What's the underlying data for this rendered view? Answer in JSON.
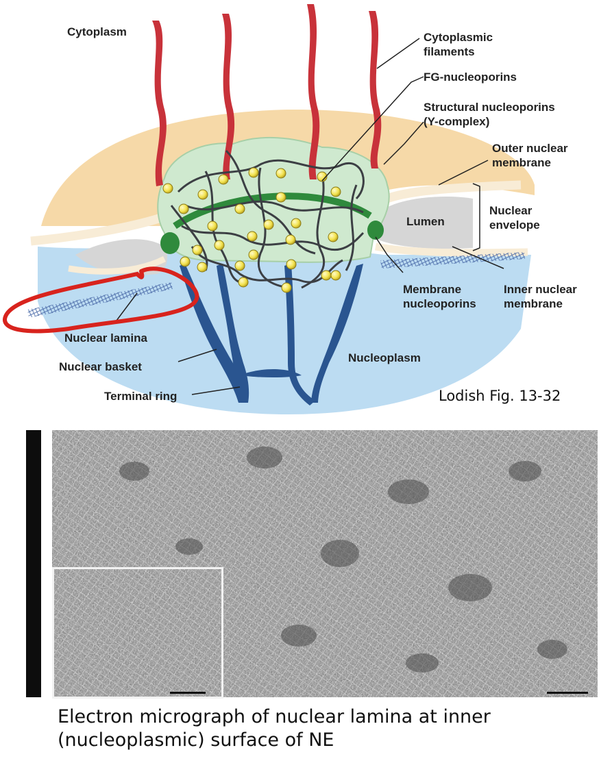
{
  "figure": {
    "labels": {
      "cytoplasm": "Cytoplasm",
      "cytoplasmic_filaments": [
        "Cytoplasmic",
        "filaments"
      ],
      "fg_nucleoporins": "FG-nucleoporins",
      "structural_nucleoporins": [
        "Structural nucleoporins",
        "(Y-complex)"
      ],
      "outer_nuclear_membrane": [
        "Outer nuclear",
        "membrane"
      ],
      "lumen": "Lumen",
      "nuclear_envelope": [
        "Nuclear",
        "envelope"
      ],
      "membrane_nucleoporins": [
        "Membrane",
        "nucleoporins"
      ],
      "inner_nuclear_membrane": [
        "Inner nuclear",
        "membrane"
      ],
      "nuclear_lamina": "Nuclear lamina",
      "nuclear_basket": "Nuclear basket",
      "terminal_ring": "Terminal ring",
      "nucleoplasm": "Nucleoplasm"
    },
    "credit": "Lodish Fig. 13-32"
  },
  "caption": {
    "line1": "Electron micrograph of nuclear lamina at inner",
    "line2": "(nucleoplasmic) surface of NE"
  },
  "colors": {
    "cytoplasm": "#f5d6a4",
    "nucleoplasm": "#b8d9f0",
    "lumen": "#d9d9d9",
    "filament": "#c8323a",
    "basket": "#2a5590",
    "fg_bead": "#f4e35a",
    "membrane_nucleoporin": "#2f8a3c",
    "annotation_red": "#d8231d"
  }
}
